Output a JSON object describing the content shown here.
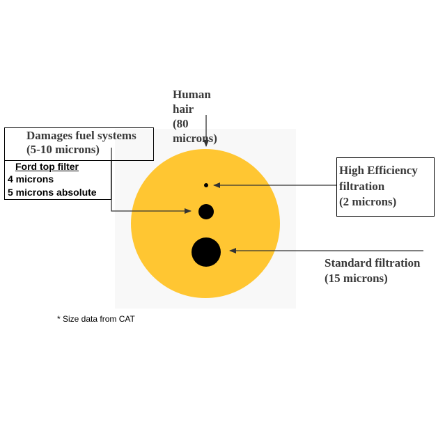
{
  "colors": {
    "particle_disc": "#FFC632",
    "backdrop": "#F8F8F8",
    "particle": "#000000",
    "leader": "#333333"
  },
  "labels": {
    "human_hair": [
      "Human",
      "hair",
      "(80",
      "microns)"
    ],
    "damages": [
      "Damages fuel systems",
      "(5-10 microns)"
    ],
    "ford_title": "Ford top filter",
    "ford_lines": [
      "4 microns",
      "5 microns absolute"
    ],
    "high_eff": [
      "High Efficiency",
      "filtration",
      "(2 microns)"
    ],
    "standard": [
      "Standard filtration",
      "(15 microns)"
    ],
    "footnote": "* Size data from CAT"
  }
}
